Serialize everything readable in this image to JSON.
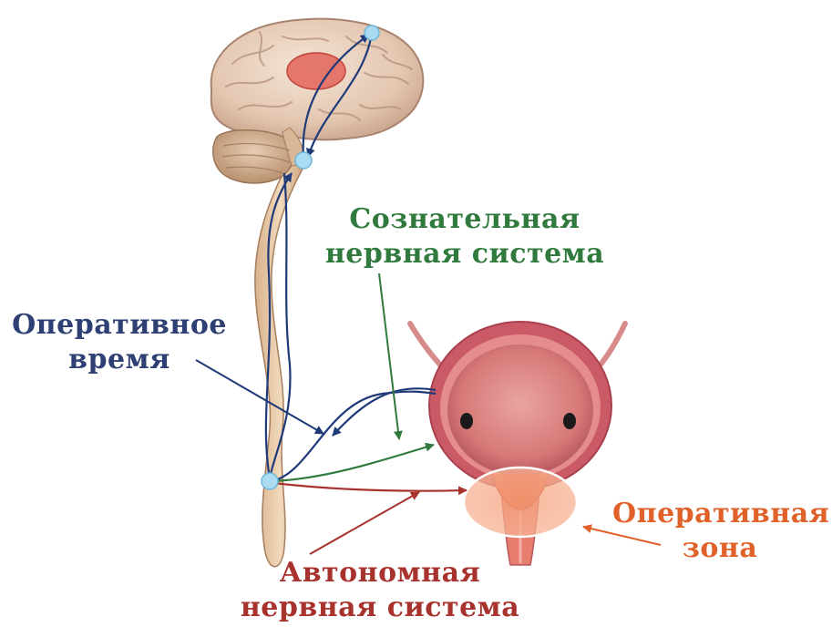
{
  "labels": {
    "conscious_line1": "Сознательная",
    "conscious_line2": "нервная система",
    "operative_time_line1": "Оперативное",
    "operative_time_line2": "время",
    "operative_zone_line1": "Оперативная",
    "operative_zone_line2": "зона",
    "autonomous_line1": "Автономная",
    "autonomous_line2": "нервная система"
  },
  "colors": {
    "conscious": "#2f7a3c",
    "operative_time": "#2d3f73",
    "operative_zone": "#e0622a",
    "autonomous": "#a8322d",
    "nerve_blue": "#1f3a78",
    "nerve_green": "#2f7a3c",
    "nerve_red": "#a8322d",
    "node": "#a9dcf2"
  }
}
